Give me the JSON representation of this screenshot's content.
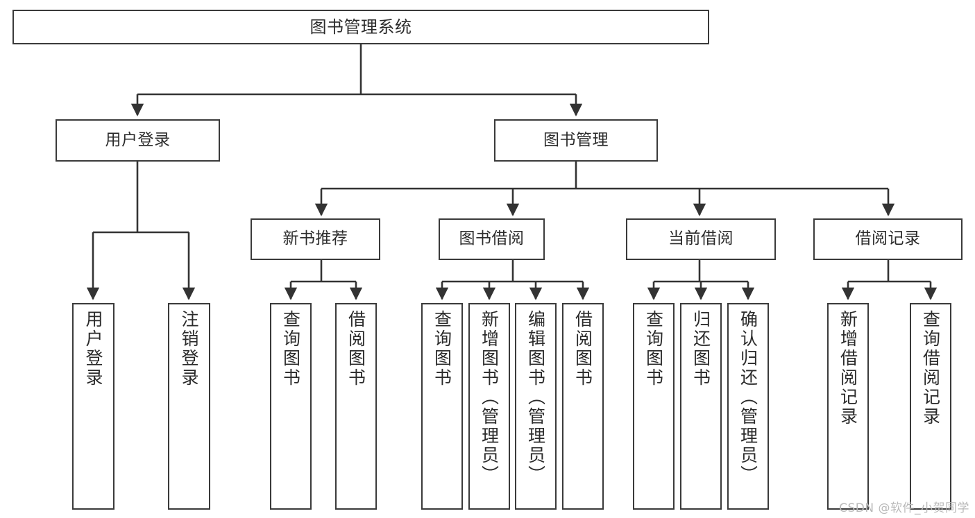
{
  "diagram": {
    "type": "tree-hierarchy",
    "title": "图书管理系统",
    "watermark": "CSDN @软件_小贺同学",
    "colors": {
      "box_border": "#3a3a3a",
      "box_fill": "#ffffff",
      "text": "#2b2b2b",
      "edge": "#333333",
      "watermark": "#b9b9b9"
    },
    "nodes": {
      "root": {
        "label": "图书管理系统"
      },
      "level2": [
        {
          "id": "user-login",
          "label": "用户登录"
        },
        {
          "id": "book-manage",
          "label": "图书管理"
        }
      ],
      "level3": [
        {
          "id": "new-book-recommend",
          "label": "新书推荐"
        },
        {
          "id": "book-borrow",
          "label": "图书借阅"
        },
        {
          "id": "current-borrow",
          "label": "当前借阅"
        },
        {
          "id": "borrow-record",
          "label": "借阅记录"
        }
      ],
      "leaves": {
        "user_login": [
          {
            "id": "leaf-user-login",
            "label": "用户登录"
          },
          {
            "id": "leaf-logout-login",
            "label": "注销登录"
          }
        ],
        "new_book_recommend": [
          {
            "id": "leaf-query-book-1",
            "label": "查询图书"
          },
          {
            "id": "leaf-borrow-book-1",
            "label": "借阅图书"
          }
        ],
        "book_borrow": [
          {
            "id": "leaf-query-book-2",
            "label": "查询图书"
          },
          {
            "id": "leaf-add-book",
            "label": "新增图书（管理员）"
          },
          {
            "id": "leaf-edit-book",
            "label": "编辑图书（管理员）"
          },
          {
            "id": "leaf-borrow-book-2",
            "label": "借阅图书"
          }
        ],
        "current_borrow": [
          {
            "id": "leaf-query-book-3",
            "label": "查询图书"
          },
          {
            "id": "leaf-return-book",
            "label": "归还图书"
          },
          {
            "id": "leaf-confirm-return",
            "label": "确认归还（管理员）"
          }
        ],
        "borrow_record": [
          {
            "id": "leaf-add-record",
            "label": "新增借阅记录"
          },
          {
            "id": "leaf-query-record",
            "label": "查询借阅记录"
          }
        ]
      }
    }
  }
}
